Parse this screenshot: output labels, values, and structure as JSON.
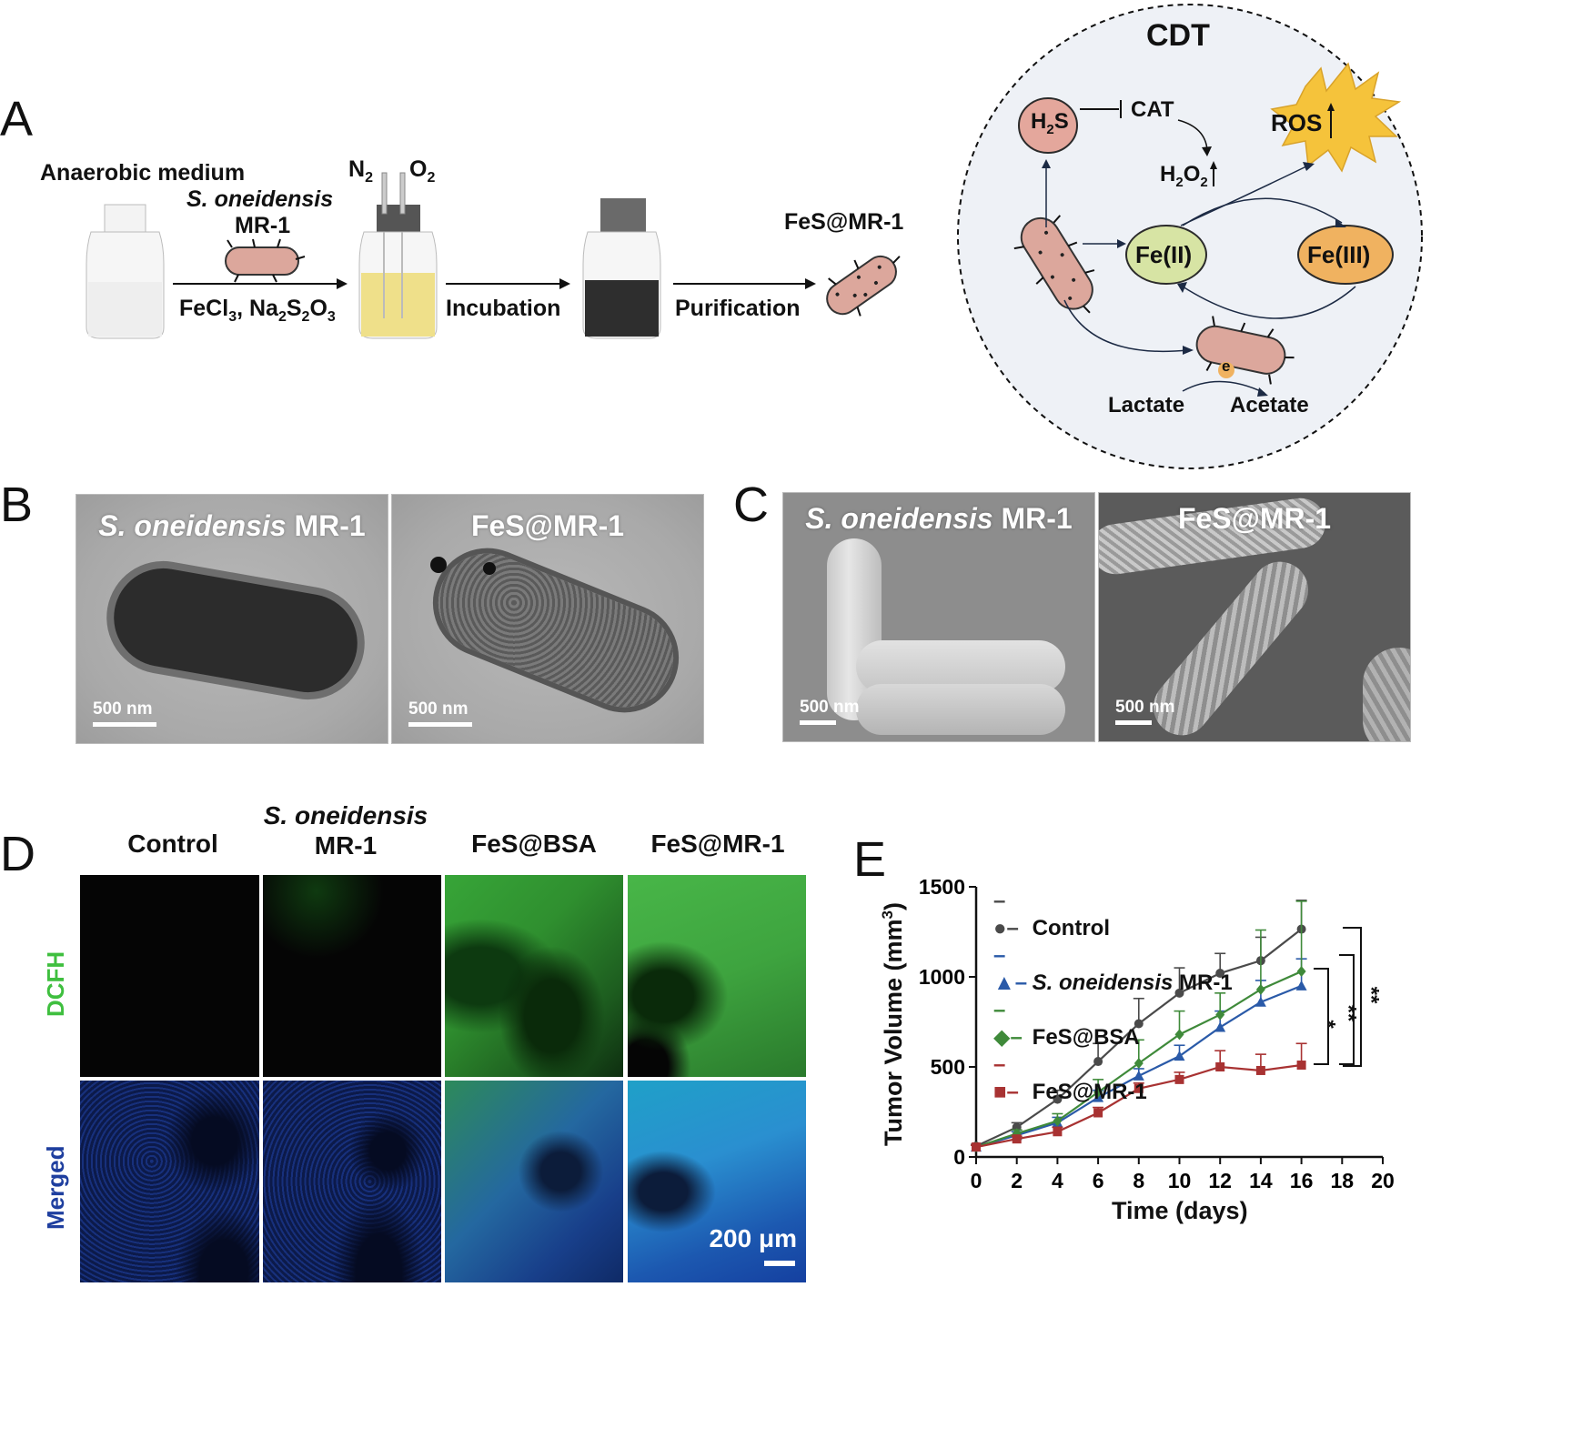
{
  "panel_a": {
    "label": "A",
    "medium_label": "Anaerobic medium",
    "species_italic": "S. oneidensis",
    "strain": "MR-1",
    "reagents": "FeCl",
    "reagents_sub1": "3",
    "reagents_mid": ", Na",
    "reagents_sub2": "2",
    "reagents_s": "S",
    "reagents_sub3": "2",
    "reagents_o": "O",
    "reagents_sub4": "3",
    "gas_n": "N",
    "gas_n_sub": "2",
    "gas_o": "O",
    "gas_o_sub": "2",
    "step_incubation": "Incubation",
    "step_purification": "Purification",
    "product": "FeS@MR-1",
    "cdt": {
      "title": "CDT",
      "h2s": "H",
      "h2s_sub": "2",
      "h2s_end": "S",
      "cat": "CAT",
      "ros": "ROS",
      "h2o2": "H",
      "h2o2_sub1": "2",
      "h2o2_mid": "O",
      "h2o2_sub2": "2",
      "fe2": "Fe(II)",
      "fe3": "Fe(III)",
      "electron": "e",
      "lactate": "Lactate",
      "acetate": "Acetate"
    }
  },
  "panel_b": {
    "label": "B",
    "left_title_italic": "S. oneidensis",
    "left_title_rest": " MR-1",
    "right_title": "FeS@MR-1",
    "scale": "500 nm"
  },
  "panel_c": {
    "label": "C",
    "left_title_italic": "S. oneidensis",
    "left_title_rest": " MR-1",
    "right_title": "FeS@MR-1",
    "scale": "500 nm"
  },
  "panel_d": {
    "label": "D",
    "columns": [
      "Control",
      "S. oneidensis",
      "MR-1",
      "FeS@BSA",
      "FeS@MR-1"
    ],
    "row_dcfh": "DCFH",
    "row_merged": "Merged",
    "scale": "200 μm",
    "colors": {
      "dcfh": "#3fbf3f",
      "merged": "#1f3f9f"
    }
  },
  "panel_e": {
    "label": "E",
    "legend": {
      "control": "Control",
      "mr1_italic": "S. oneidensis",
      "mr1_rest": " MR-1",
      "bsa": "FeS@BSA",
      "fes": "FeS@MR-1"
    },
    "significance": [
      "*",
      "**",
      "**"
    ]
  },
  "chart_data": {
    "type": "line",
    "xlabel": "Time (days)",
    "ylabel": "Tumor Volume (mm",
    "ylabel_sup": "3",
    "ylabel_end": ")",
    "xlim": [
      0,
      20
    ],
    "ylim": [
      0,
      1500
    ],
    "xticks": [
      "0",
      "2",
      "4",
      "6",
      "8",
      "10",
      "12",
      "14",
      "16",
      "18",
      "20"
    ],
    "yticks": [
      "0",
      "500",
      "1000",
      "1500"
    ],
    "x": [
      0,
      2,
      4,
      6,
      8,
      10,
      12,
      14,
      16
    ],
    "series": [
      {
        "name": "Control",
        "color": "#4a4a4a",
        "marker": "circle",
        "values": [
          60,
          165,
          320,
          530,
          740,
          910,
          1020,
          1090,
          1265
        ],
        "errors": [
          10,
          25,
          50,
          100,
          140,
          140,
          110,
          130,
          160
        ]
      },
      {
        "name": "S. oneidensis MR-1",
        "color": "#2a5aa8",
        "marker": "triangle",
        "values": [
          55,
          120,
          190,
          330,
          450,
          560,
          720,
          860,
          950
        ],
        "errors": [
          10,
          20,
          30,
          40,
          40,
          60,
          90,
          120,
          150
        ]
      },
      {
        "name": "FeS@BSA",
        "color": "#3f8a3a",
        "marker": "diamond",
        "values": [
          55,
          130,
          200,
          360,
          520,
          680,
          790,
          930,
          1030
        ],
        "errors": [
          10,
          20,
          40,
          70,
          130,
          130,
          120,
          330,
          390
        ]
      },
      {
        "name": "FeS@MR-1",
        "color": "#a83232",
        "marker": "square",
        "values": [
          55,
          100,
          140,
          245,
          380,
          430,
          500,
          480,
          510
        ],
        "errors": [
          10,
          15,
          25,
          30,
          30,
          40,
          90,
          90,
          120
        ]
      }
    ]
  }
}
